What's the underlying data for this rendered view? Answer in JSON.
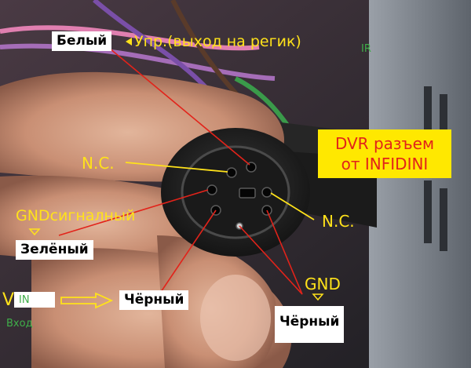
{
  "labels": {
    "white_wire": "Белый",
    "control_output": "Упр.(выход на регик)",
    "ir": "IR",
    "nc_top": "N.C.",
    "nc_right": "N.C.",
    "gnd_signal": "GNDсигналный",
    "green_wire": "Зелёный",
    "v": "V",
    "in": "IN",
    "vhod": "Вход",
    "black_wire_left": "Чёрный",
    "gnd": "GND",
    "black_wire_right": "Чёрный"
  },
  "dvr": {
    "line1": "DVR разъем",
    "line2": "от INFIDINI"
  },
  "colors": {
    "yellow_text": "#ffe21a",
    "green_text": "#3fae49",
    "red_line": "#e2231a",
    "dvr_bg": "#ffe800"
  },
  "icons": [
    "arrow-left-icon",
    "arrow-down-icon",
    "arrow-right-icon"
  ]
}
